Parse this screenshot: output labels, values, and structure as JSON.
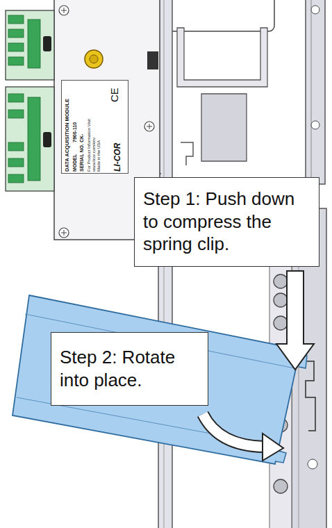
{
  "diagram": {
    "nodes": [
      {
        "text": [
          "Step 1: Push down to compress the spring clip."
        ]
      },
      {
        "text": [
          "Step 2: Rotate into place."
        ]
      }
    ],
    "labels": [
      "DATA ACQUISITION MODULE",
      "MODEL",
      "7900-110",
      "SERIAL NO.",
      "CK-",
      "For Product Information Visit",
      "www.licor.com/env",
      "Made in the USA",
      "CE",
      "LI-COR"
    ]
  }
}
